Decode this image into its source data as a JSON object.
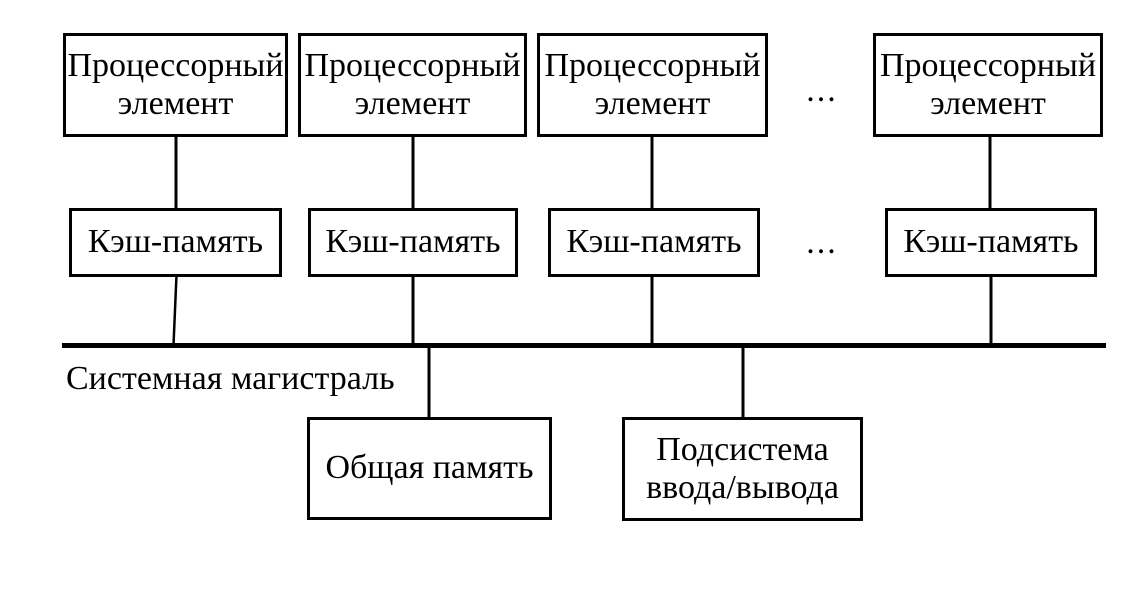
{
  "colors": {
    "background": "#ffffff",
    "line": "#000000",
    "text": "#000000"
  },
  "diagram": {
    "processor_elements": [
      {
        "label": "Процессорный элемент"
      },
      {
        "label": "Процессорный элемент"
      },
      {
        "label": "Процессорный элемент"
      },
      {
        "label": "Процессорный элемент"
      }
    ],
    "row1_ellipsis": "...",
    "caches": [
      {
        "label": "Кэш-память"
      },
      {
        "label": "Кэш-память"
      },
      {
        "label": "Кэш-память"
      },
      {
        "label": "Кэш-память"
      }
    ],
    "row2_ellipsis": "...",
    "bus": {
      "label": "Системная магистраль"
    },
    "shared_memory": {
      "label": "Общая память"
    },
    "io_subsystem": {
      "label": "Подсистема ввода/вывода"
    }
  }
}
